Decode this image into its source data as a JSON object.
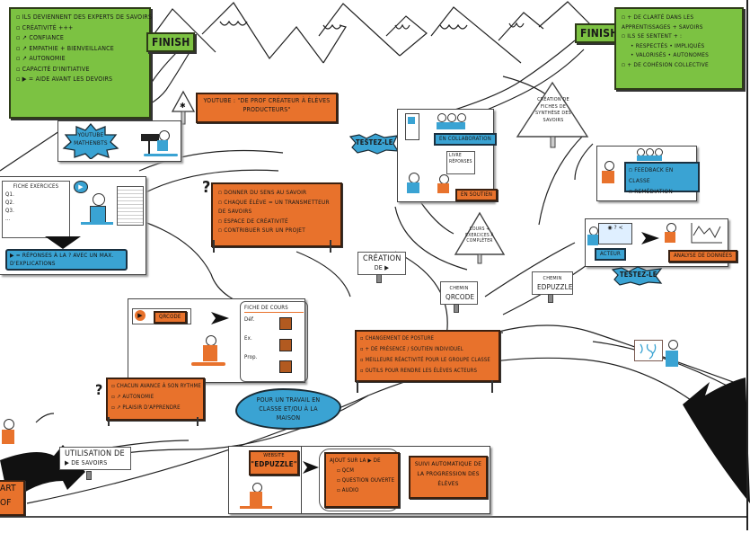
{
  "top_left_board": {
    "items": [
      "Ils deviennent des experts de savoirs",
      "Créativité +++",
      "↗ Confiance",
      "↗ Empathie + Bienveillance",
      "↗ Autonomie",
      "Capacité d'initiative",
      "▶ = Aide avant les devoirs"
    ]
  },
  "finish_left": "FINISH",
  "finish_right": "FINISH",
  "top_right_board": {
    "items": [
      "+ de clarté dans les apprentissages + savoirs",
      "Ils se sentent + :",
      "• Respectés   • Impliqués",
      "• Valorisés   • Autonomes",
      "+ de cohésion collective"
    ]
  },
  "youtube_sign": "Youtube : \"De prof créateur à élèves producteurs\"",
  "youtube_mathenbts": {
    "line1": "Youtube",
    "line2": "Mathenbts"
  },
  "fiche_exercices": {
    "title": "Fiche exercices",
    "rows": [
      "Q1.",
      "Q2.",
      "Q3.",
      "..."
    ]
  },
  "reponses_box": "▶ = Réponses à la ? avec un max. d'explications",
  "sens_board": {
    "items": [
      "Donner du sens au savoir",
      "Chaque élève = un transmetteur de savoirs",
      "Espace de créativité",
      "Contribuer sur un projet"
    ]
  },
  "testez_left": "Testez-le",
  "testez_right": "Testez-le",
  "collab_panel": {
    "tag_collab": "En collaboration",
    "livre": "Livre réponses",
    "tag_soutien": "En soutien"
  },
  "tri_synthese": "Création de fiches de synthèse des savoirs",
  "tri_cours": "Cours + exercices à compléter",
  "feedback_panel": {
    "items": [
      "Feedback en classe",
      "Remédiation"
    ]
  },
  "acteur_panel": {
    "tag_acteur": "Acteur",
    "tag_analyse": "Analyse de données"
  },
  "creation_sign": {
    "line1": "Création",
    "line2": "de ▶"
  },
  "chemin_qrcode": {
    "line1": "Chemin",
    "line2": "QRCODE"
  },
  "chemin_edpuzzle": {
    "line1": "Chemin",
    "line2": "EDPUZZLE"
  },
  "qrcode_panel": {
    "tag": "QRCODE",
    "fiche_title": "Fiche de cours",
    "fields": [
      "Déf.",
      "Ex.",
      "Prop."
    ]
  },
  "changement_board": {
    "items": [
      "Changement de posture",
      "+ de présence / soutien individuel",
      "Meilleure réactivité pour le groupe classe",
      "Outils pour rendre les élèves acteurs"
    ]
  },
  "rythme_board": {
    "items": [
      "Chacun avance à son rythme",
      "↗ Autonomie",
      "↗ Plaisir d'apprendre"
    ]
  },
  "travail_blob": "Pour un travail en classe et/ou à la maison",
  "utilisation_sign": {
    "line1": "Utilisation de",
    "line2": "▶ de savoirs"
  },
  "start_sign": {
    "line1": "ART",
    "line2": "OF"
  },
  "edpuzzle_panel": {
    "website_label": "Website",
    "website_name": "\"EDPUZZLE\"",
    "ajout_title": "Ajout sur la ▶ de",
    "ajout_items": [
      "QCM",
      "Question ouverte",
      "Audio"
    ],
    "suivi": "Suivi automatique de la progression des élèves"
  },
  "question_mark": "?",
  "colors": {
    "green": "#7cc242",
    "orange": "#e8722c",
    "blue": "#3aa3d3"
  }
}
